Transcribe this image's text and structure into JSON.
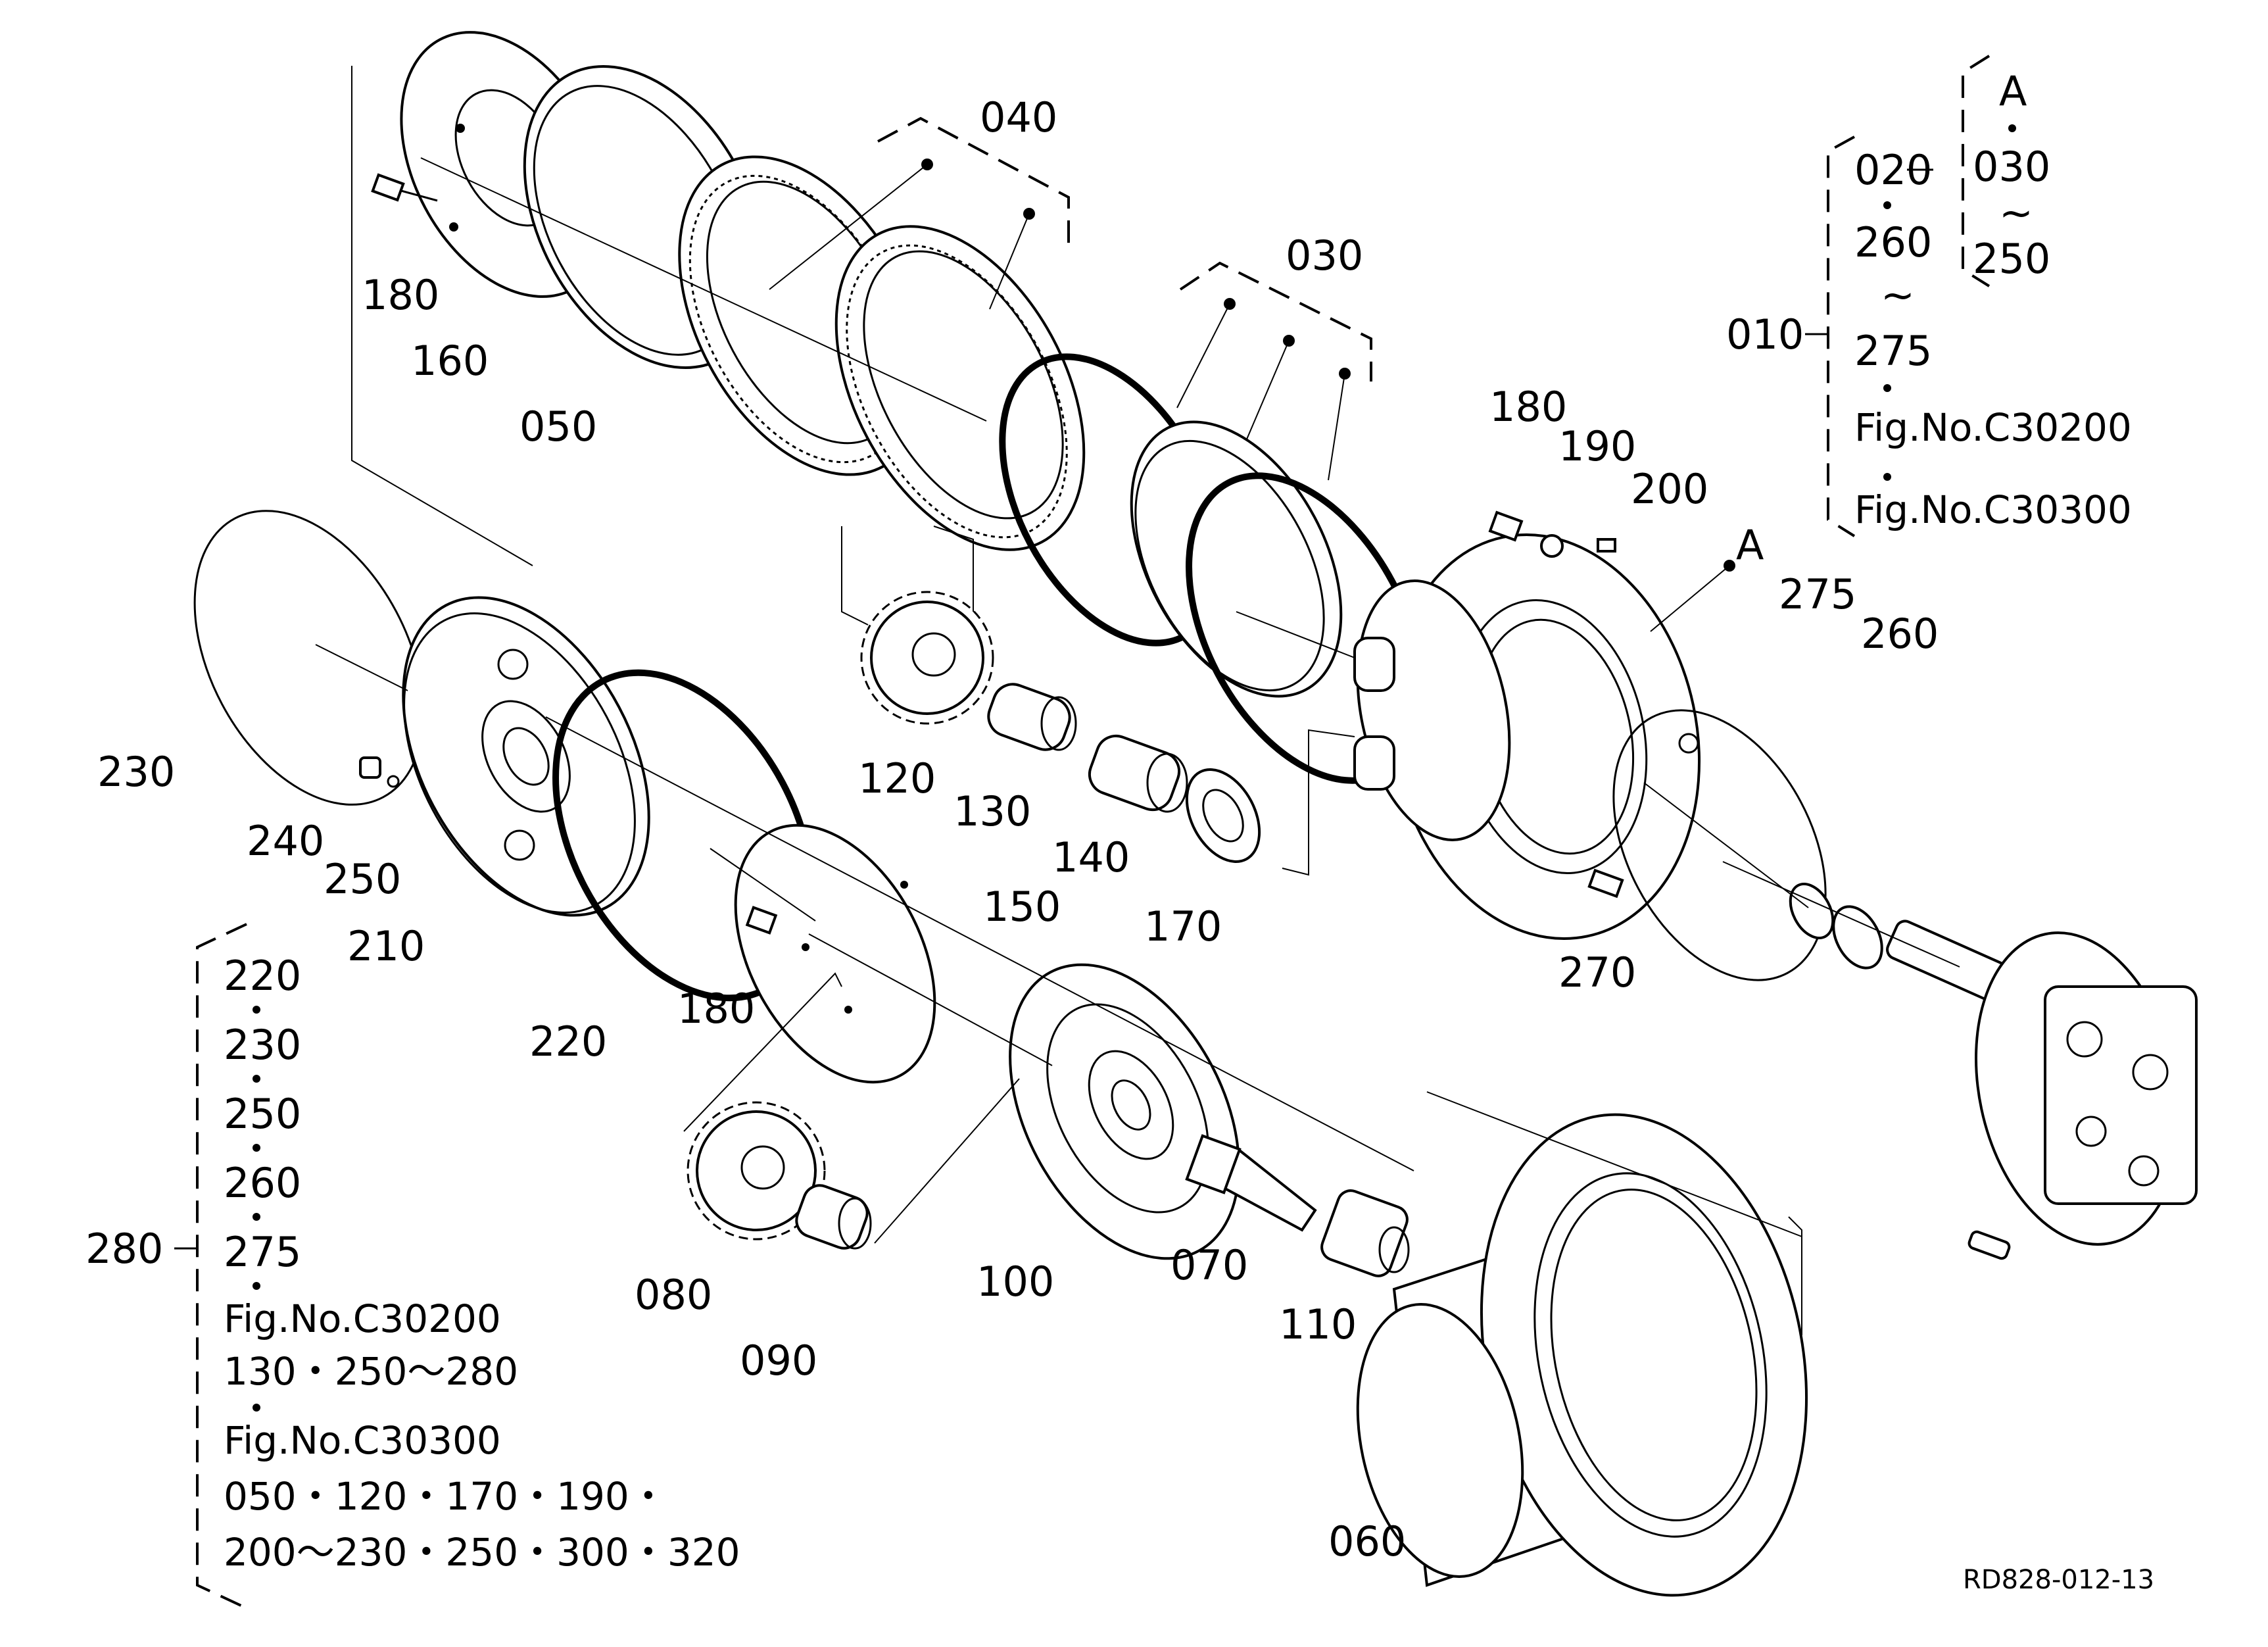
{
  "callouts": {
    "c040": "040",
    "c030": "030",
    "c180a": "180",
    "c160": "160",
    "c050": "050",
    "c180b": "180",
    "c190": "190",
    "c200": "200",
    "cA": "A",
    "c275": "275",
    "c260": "260",
    "c230": "230",
    "c240": "240",
    "c250": "250",
    "c210": "210",
    "c120": "120",
    "c130": "130",
    "c140": "140",
    "c170": "170",
    "c150": "150",
    "c270": "270",
    "c220": "220",
    "c180c": "180",
    "c080": "080",
    "c090": "090",
    "c100": "100",
    "c070": "070",
    "c110": "110",
    "c060": "060"
  },
  "legend_010": {
    "label": "010",
    "items": [
      "020",
      "260",
      "~",
      "275",
      "Fig.No.C30200",
      "Fig.No.C30300"
    ],
    "sub_items": [
      "A",
      "030",
      "~",
      "250"
    ]
  },
  "legend_280": {
    "label": "280",
    "items": [
      "220",
      "230",
      "250",
      "260",
      "275",
      "Fig.No.C30200",
      "130・250～280",
      "Fig.No.C30300",
      "050・120・170・190・",
      "200～230・250・300・320"
    ]
  },
  "drawing_code": "RD828-012-13"
}
